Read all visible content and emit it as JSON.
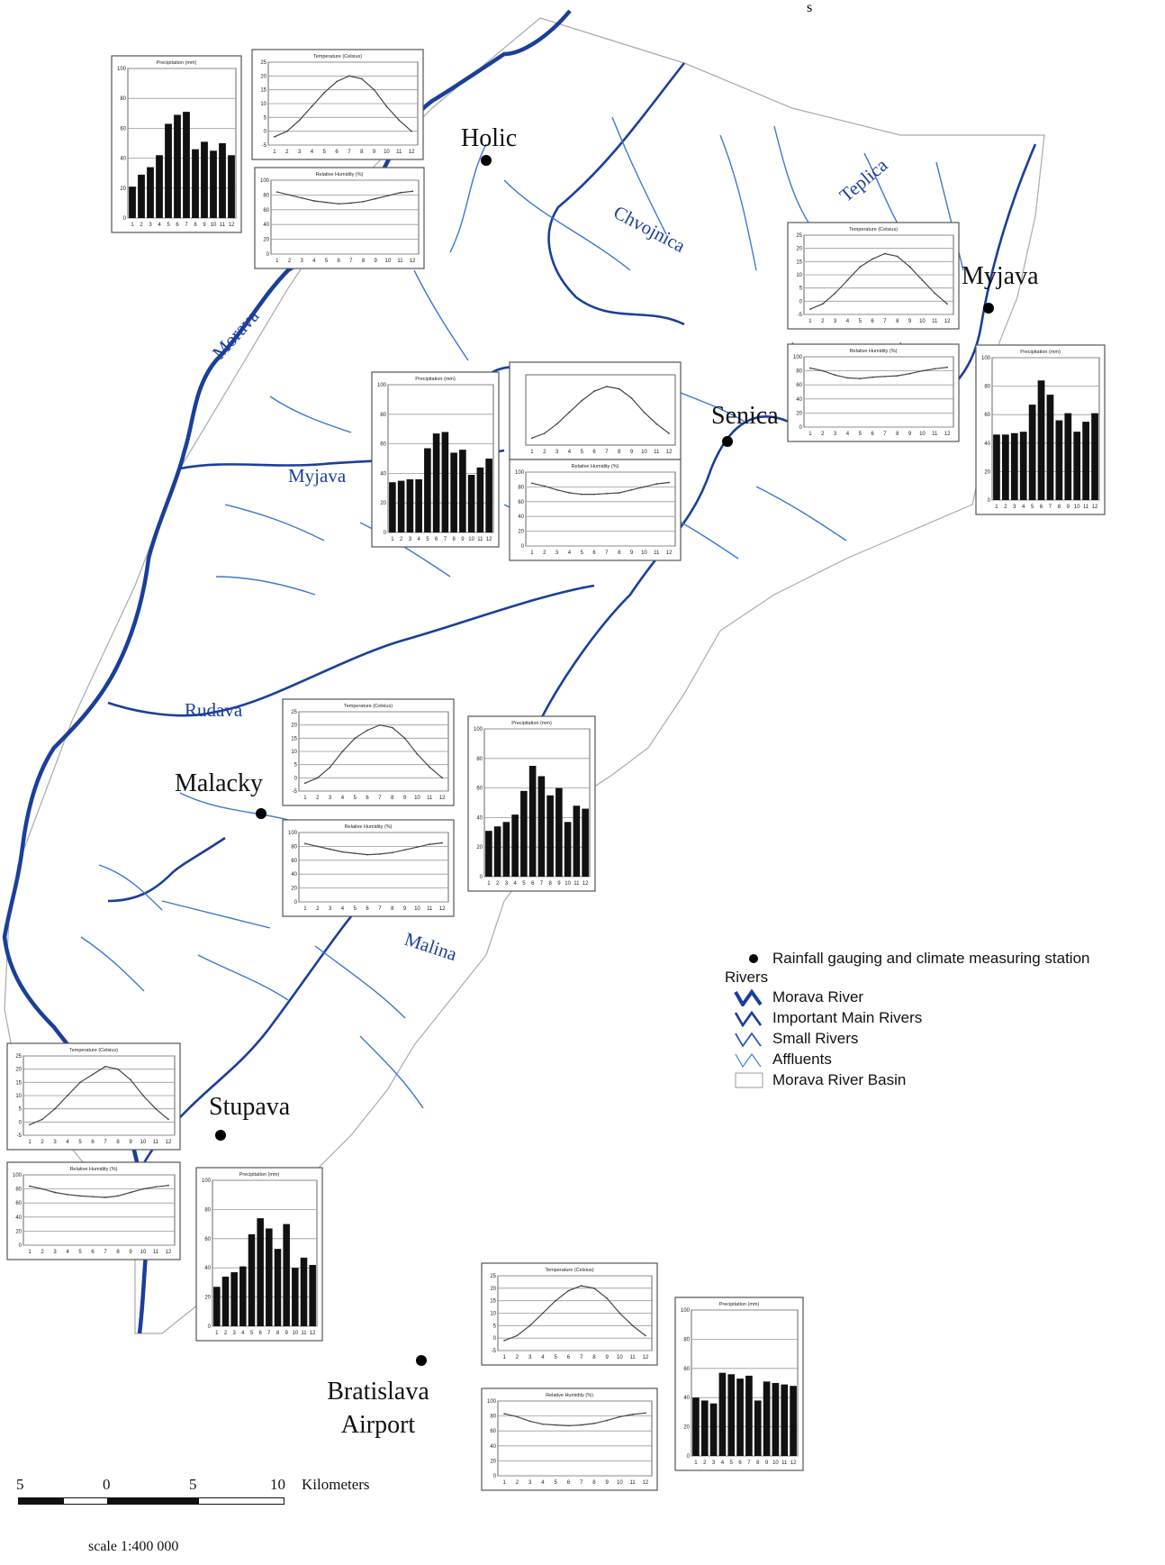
{
  "north_label": "s",
  "towns": [
    {
      "name": "Holic"
    },
    {
      "name": "Senica"
    },
    {
      "name": "Myjava"
    },
    {
      "name": "Malacky"
    },
    {
      "name": "Stupava"
    },
    {
      "name": "Bratislava"
    },
    {
      "name": "Airport"
    }
  ],
  "rivers": [
    "Morava",
    "Chvojnica",
    "Teplica",
    "Myjava",
    "Rudava",
    "Malina"
  ],
  "chart_titles": {
    "precip": "Precipitation (mm)",
    "temp": "Temperature (Celsius)",
    "humid": "Relative Humidity (%)"
  },
  "legend": {
    "station": "Rainfall gauging and climate measuring station",
    "rivers_header": "Rivers",
    "morava": "Morava River",
    "main": "Important Main Rivers",
    "small": "Small Rivers",
    "affluents": "Affluents",
    "basin": "Morava River Basin",
    "colors": {
      "river": "#1a3f99",
      "affluent": "#3a78d0",
      "station": "#000000",
      "basin_outline": "#aaaaaa"
    }
  },
  "scale": {
    "ticks": [
      "5",
      "0",
      "5",
      "10"
    ],
    "unit": "Kilometers",
    "ratio": "scale 1:400 000"
  },
  "chart_data": [
    {
      "station": "Holic",
      "type": "bar",
      "title": "Precipitation (mm)",
      "categories": [
        "1",
        "2",
        "3",
        "4",
        "5",
        "6",
        "7",
        "8",
        "9",
        "10",
        "11",
        "12"
      ],
      "values": [
        21,
        29,
        34,
        42,
        63,
        69,
        71,
        46,
        51,
        45,
        50,
        42
      ],
      "ylim": [
        0,
        100
      ],
      "yticks": [
        0,
        20,
        40,
        60,
        80,
        100
      ]
    },
    {
      "station": "Holic",
      "type": "line",
      "title": "Temperature (Celsius)",
      "x": [
        1,
        2,
        3,
        4,
        5,
        6,
        7,
        8,
        9,
        10,
        11,
        12
      ],
      "values": [
        -2,
        0,
        4,
        9,
        14,
        18,
        20,
        19,
        15,
        9,
        4,
        0
      ],
      "ylim": [
        -5,
        25
      ],
      "yticks": [
        -5,
        0,
        5,
        10,
        15,
        20,
        25
      ]
    },
    {
      "station": "Holic",
      "type": "line",
      "title": "Relative Humidity (%)",
      "x": [
        1,
        2,
        3,
        4,
        5,
        6,
        7,
        8,
        9,
        10,
        11,
        12
      ],
      "values": [
        84,
        80,
        76,
        72,
        70,
        68,
        69,
        71,
        75,
        79,
        83,
        85
      ],
      "ylim": [
        0,
        100
      ],
      "yticks": [
        0,
        20,
        40,
        60,
        80,
        100
      ]
    },
    {
      "station": "Myjava",
      "type": "line",
      "title": "Temperature (Celsius)",
      "x": [
        1,
        2,
        3,
        4,
        5,
        6,
        7,
        8,
        9,
        10,
        11,
        12
      ],
      "values": [
        -3,
        -1,
        3,
        8,
        13,
        16,
        18,
        17,
        13,
        8,
        3,
        -1
      ],
      "ylim": [
        -5,
        25
      ],
      "yticks": [
        -5,
        0,
        5,
        10,
        15,
        20,
        25
      ]
    },
    {
      "station": "Myjava",
      "type": "line",
      "title": "Relative Humidity (%)",
      "x": [
        1,
        2,
        3,
        4,
        5,
        6,
        7,
        8,
        9,
        10,
        11,
        12
      ],
      "values": [
        84,
        80,
        74,
        70,
        69,
        71,
        72,
        73,
        76,
        80,
        83,
        85
      ],
      "ylim": [
        0,
        100
      ],
      "yticks": [
        0,
        20,
        40,
        60,
        80,
        100
      ]
    },
    {
      "station": "Myjava",
      "type": "bar",
      "title": "Precipitation (mm)",
      "categories": [
        "1",
        "2",
        "3",
        "4",
        "5",
        "6",
        "7",
        "8",
        "9",
        "10",
        "11",
        "12"
      ],
      "values": [
        46,
        46,
        47,
        48,
        67,
        84,
        74,
        56,
        61,
        48,
        55,
        61
      ],
      "ylim": [
        0,
        100
      ],
      "yticks": [
        0,
        20,
        40,
        60,
        80,
        100
      ]
    },
    {
      "station": "Senica",
      "type": "bar",
      "title": "Precipitation (mm)",
      "categories": [
        "1",
        "2",
        "3",
        "4",
        "5",
        "6",
        "7",
        "8",
        "9",
        "10",
        "11",
        "12"
      ],
      "values": [
        34,
        35,
        36,
        36,
        57,
        67,
        68,
        54,
        56,
        39,
        44,
        50
      ],
      "ylim": [
        0,
        100
      ],
      "yticks": [
        0,
        20,
        40,
        60,
        80,
        100
      ]
    },
    {
      "station": "Senica",
      "type": "line",
      "title": "",
      "x": [
        1,
        2,
        3,
        4,
        5,
        6,
        7,
        8,
        9,
        10,
        11,
        12
      ],
      "values": [
        -2,
        0,
        4,
        9,
        14,
        18,
        20,
        19,
        15,
        9,
        4,
        0
      ],
      "ylim": [
        -5,
        25
      ],
      "yticks": []
    },
    {
      "station": "Senica",
      "type": "line",
      "title": "Relative Humidity (%)",
      "x": [
        1,
        2,
        3,
        4,
        5,
        6,
        7,
        8,
        9,
        10,
        11,
        12
      ],
      "values": [
        85,
        81,
        76,
        72,
        70,
        70,
        71,
        72,
        76,
        80,
        84,
        86
      ],
      "ylim": [
        0,
        100
      ],
      "yticks": [
        0,
        20,
        40,
        60,
        80,
        100
      ]
    },
    {
      "station": "Malacky",
      "type": "line",
      "title": "Temperature (Celsius)",
      "x": [
        1,
        2,
        3,
        4,
        5,
        6,
        7,
        8,
        9,
        10,
        11,
        12
      ],
      "values": [
        -2,
        0,
        4,
        10,
        15,
        18,
        20,
        19,
        15,
        9,
        4,
        0
      ],
      "ylim": [
        -5,
        25
      ],
      "yticks": [
        -5,
        0,
        5,
        10,
        15,
        20,
        25
      ]
    },
    {
      "station": "Malacky",
      "type": "bar",
      "title": "Precipitation (mm)",
      "categories": [
        "1",
        "2",
        "3",
        "4",
        "5",
        "6",
        "7",
        "8",
        "9",
        "10",
        "11",
        "12"
      ],
      "values": [
        31,
        34,
        37,
        42,
        58,
        75,
        68,
        55,
        60,
        37,
        48,
        46
      ],
      "ylim": [
        0,
        100
      ],
      "yticks": [
        0,
        20,
        40,
        60,
        80,
        100
      ]
    },
    {
      "station": "Malacky",
      "type": "line",
      "title": "Relative Humidity (%)",
      "x": [
        1,
        2,
        3,
        4,
        5,
        6,
        7,
        8,
        9,
        10,
        11,
        12
      ],
      "values": [
        84,
        80,
        76,
        72,
        70,
        68,
        69,
        71,
        75,
        79,
        83,
        85
      ],
      "ylim": [
        0,
        100
      ],
      "yticks": [
        0,
        20,
        40,
        60,
        80,
        100
      ]
    },
    {
      "station": "Stupava",
      "type": "line",
      "title": "Temperature (Celsius)",
      "x": [
        1,
        2,
        3,
        4,
        5,
        6,
        7,
        8,
        9,
        10,
        11,
        12
      ],
      "values": [
        -1,
        1,
        5,
        10,
        15,
        18,
        21,
        20,
        16,
        10,
        5,
        1
      ],
      "ylim": [
        -5,
        25
      ],
      "yticks": [
        -5,
        0,
        5,
        10,
        15,
        20,
        25
      ]
    },
    {
      "station": "Stupava",
      "type": "line",
      "title": "Relative Humidity (%)",
      "x": [
        1,
        2,
        3,
        4,
        5,
        6,
        7,
        8,
        9,
        10,
        11,
        12
      ],
      "values": [
        84,
        80,
        75,
        72,
        70,
        69,
        68,
        70,
        75,
        80,
        83,
        85
      ],
      "ylim": [
        0,
        100
      ],
      "yticks": [
        0,
        20,
        40,
        60,
        80,
        100
      ]
    },
    {
      "station": "Stupava",
      "type": "bar",
      "title": "Precipitation (mm)",
      "categories": [
        "1",
        "2",
        "3",
        "4",
        "5",
        "6",
        "7",
        "8",
        "9",
        "10",
        "11",
        "12"
      ],
      "values": [
        27,
        34,
        37,
        41,
        63,
        74,
        67,
        53,
        70,
        40,
        47,
        42
      ],
      "ylim": [
        0,
        100
      ],
      "yticks": [
        0,
        20,
        40,
        60,
        80,
        100
      ]
    },
    {
      "station": "Bratislava Airport",
      "type": "line",
      "title": "Temperature (Celsius)",
      "x": [
        1,
        2,
        3,
        4,
        5,
        6,
        7,
        8,
        9,
        10,
        11,
        12
      ],
      "values": [
        -1,
        1,
        5,
        10,
        15,
        19,
        21,
        20,
        16,
        10,
        5,
        1
      ],
      "ylim": [
        -5,
        25
      ],
      "yticks": [
        -5,
        0,
        5,
        10,
        15,
        20,
        25
      ]
    },
    {
      "station": "Bratislava Airport",
      "type": "line",
      "title": "Relative Humidity (%)",
      "x": [
        1,
        2,
        3,
        4,
        5,
        6,
        7,
        8,
        9,
        10,
        11,
        12
      ],
      "values": [
        83,
        79,
        73,
        69,
        68,
        67,
        68,
        70,
        74,
        79,
        82,
        84
      ],
      "ylim": [
        0,
        100
      ],
      "yticks": [
        0,
        20,
        40,
        60,
        80,
        100
      ]
    },
    {
      "station": "Bratislava Airport",
      "type": "bar",
      "title": "Precipitation (mm)",
      "categories": [
        "1",
        "2",
        "3",
        "4",
        "5",
        "6",
        "7",
        "8",
        "9",
        "10",
        "11",
        "12"
      ],
      "values": [
        40,
        38,
        36,
        57,
        56,
        53,
        55,
        38,
        51,
        50,
        49,
        48
      ],
      "ylim": [
        0,
        100
      ],
      "yticks": [
        0,
        20,
        40,
        60,
        80,
        100
      ]
    }
  ]
}
